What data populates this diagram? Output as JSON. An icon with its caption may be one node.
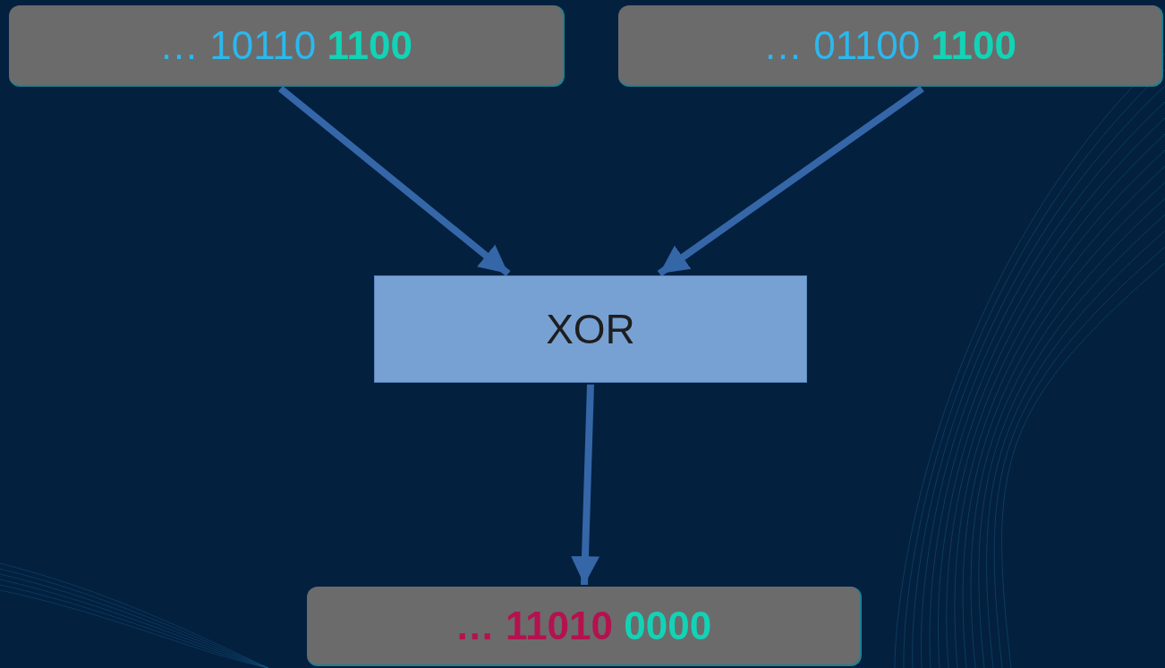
{
  "diagram": {
    "nodes": [
      {
        "text": [
          "… 10110 **1100**"
        ]
      },
      {
        "text": [
          "… 01100 **1100**"
        ]
      },
      {
        "text": [
          "XOR"
        ]
      },
      {
        "text": [
          "… 11010 **0000**"
        ]
      }
    ],
    "edges": [
      {
        "from": 0,
        "to": 2,
        "arrow": "to"
      },
      {
        "from": 1,
        "to": 2,
        "arrow": "to"
      },
      {
        "from": 2,
        "to": 3,
        "arrow": "to"
      }
    ]
  }
}
